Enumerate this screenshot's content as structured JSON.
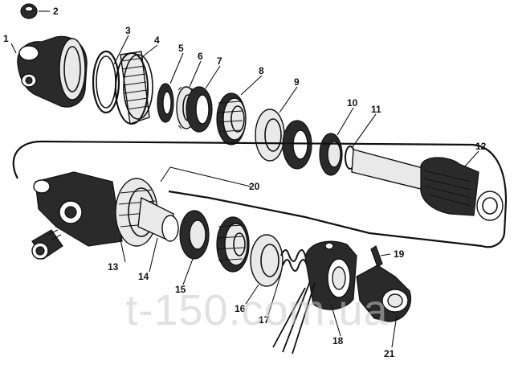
{
  "callouts": [
    "1",
    "2",
    "3",
    "4",
    "5",
    "6",
    "7",
    "8",
    "9",
    "10",
    "11",
    "12",
    "13",
    "14",
    "15",
    "16",
    "17",
    "18",
    "19",
    "20",
    "21"
  ],
  "watermark": "t-150.com.ua"
}
